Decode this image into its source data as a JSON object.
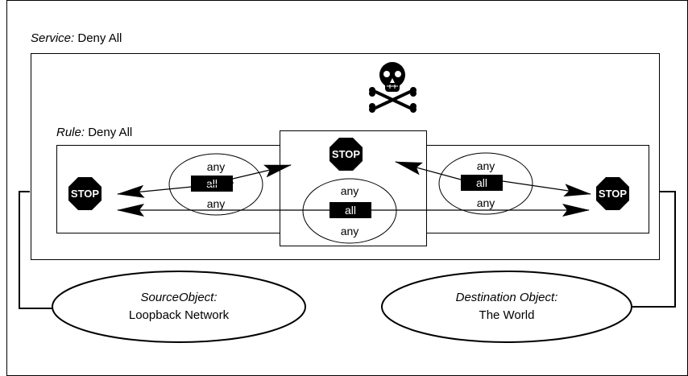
{
  "service": {
    "label": "Service:",
    "value": "Deny All"
  },
  "rule": {
    "label": "Rule:",
    "value": "Deny All"
  },
  "stop_text": "STOP",
  "flow_left": {
    "top": "any",
    "middle": "all",
    "bottom": "any"
  },
  "flow_center": {
    "top": "any",
    "middle": "all",
    "bottom": "any"
  },
  "flow_right": {
    "top": "any",
    "middle": "all",
    "bottom": "any"
  },
  "source_object": {
    "label": "SourceObject:",
    "name": "Loopback Network"
  },
  "destination_object": {
    "label": "Destination Object:",
    "name": "The World"
  },
  "icons": {
    "deny_symbol": "skull-crossbones-icon",
    "stop_sign": "stop-sign-icon"
  }
}
